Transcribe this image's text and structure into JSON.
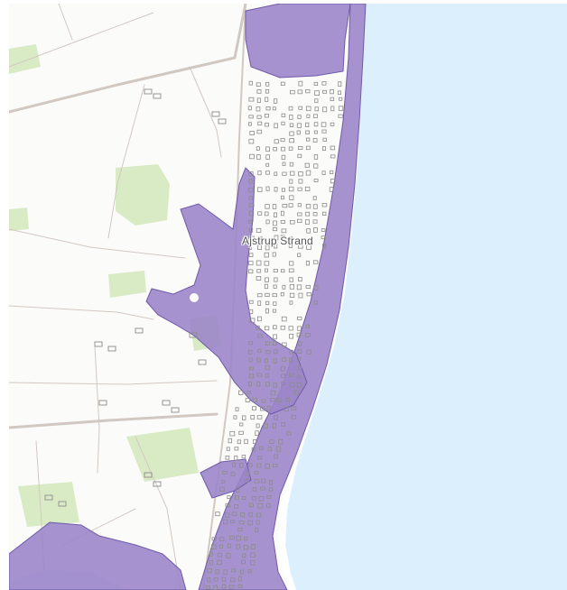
{
  "map": {
    "place_name": "Ajstrup Strand"
  },
  "colors": {
    "water": "#dbeffc",
    "land": "#fbfbfa",
    "flood": "#9b86c9",
    "flood_stroke": "#6f5aa8",
    "green": "#d9ebc5",
    "road": "#d2c8c2",
    "building": "#8c8c8c",
    "beach": "#ffffff"
  },
  "layers": [
    {
      "name": "water",
      "icon": "water-area-icon"
    },
    {
      "name": "flood-zone",
      "icon": "flood-zone-icon"
    },
    {
      "name": "green-areas",
      "icon": "park-icon"
    },
    {
      "name": "roads",
      "icon": "road-icon"
    },
    {
      "name": "buildings",
      "icon": "building-icon"
    }
  ]
}
